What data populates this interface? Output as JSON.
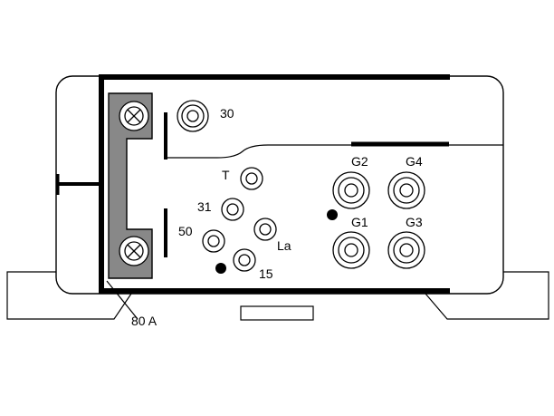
{
  "diagram": {
    "terminals": {
      "t30": "30",
      "tT": "T",
      "t31": "31",
      "t50": "50",
      "tLa": "La",
      "t15": "15",
      "tG1": "G1",
      "tG2": "G2",
      "tG3": "G3",
      "tG4": "G4"
    },
    "fuse_label": "80 A"
  }
}
